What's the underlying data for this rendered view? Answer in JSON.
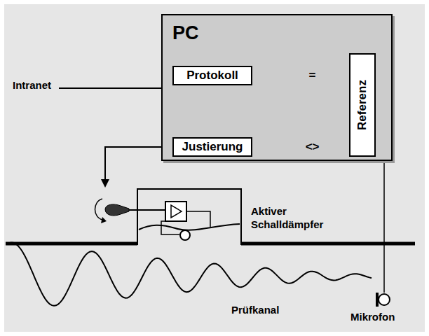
{
  "diagram": {
    "nodes": [
      {
        "text": [
          "PC"
        ]
      },
      {
        "text": [
          "Protokoll"
        ],
        "in": 0
      },
      {
        "text": [
          "Justierung"
        ],
        "in": 0
      },
      {
        "text": [
          "Referenz"
        ],
        "in": 0
      }
    ],
    "edges": [
      {
        "from": 3,
        "to": 1,
        "arrow": "to",
        "label": "="
      },
      {
        "from": 3,
        "to": 2,
        "arrow": "to",
        "label": "<>"
      }
    ],
    "labels": [
      "Intranet",
      "Aktiver Schalldämpfer",
      "Prüfkanal",
      "Mikrofon"
    ]
  }
}
